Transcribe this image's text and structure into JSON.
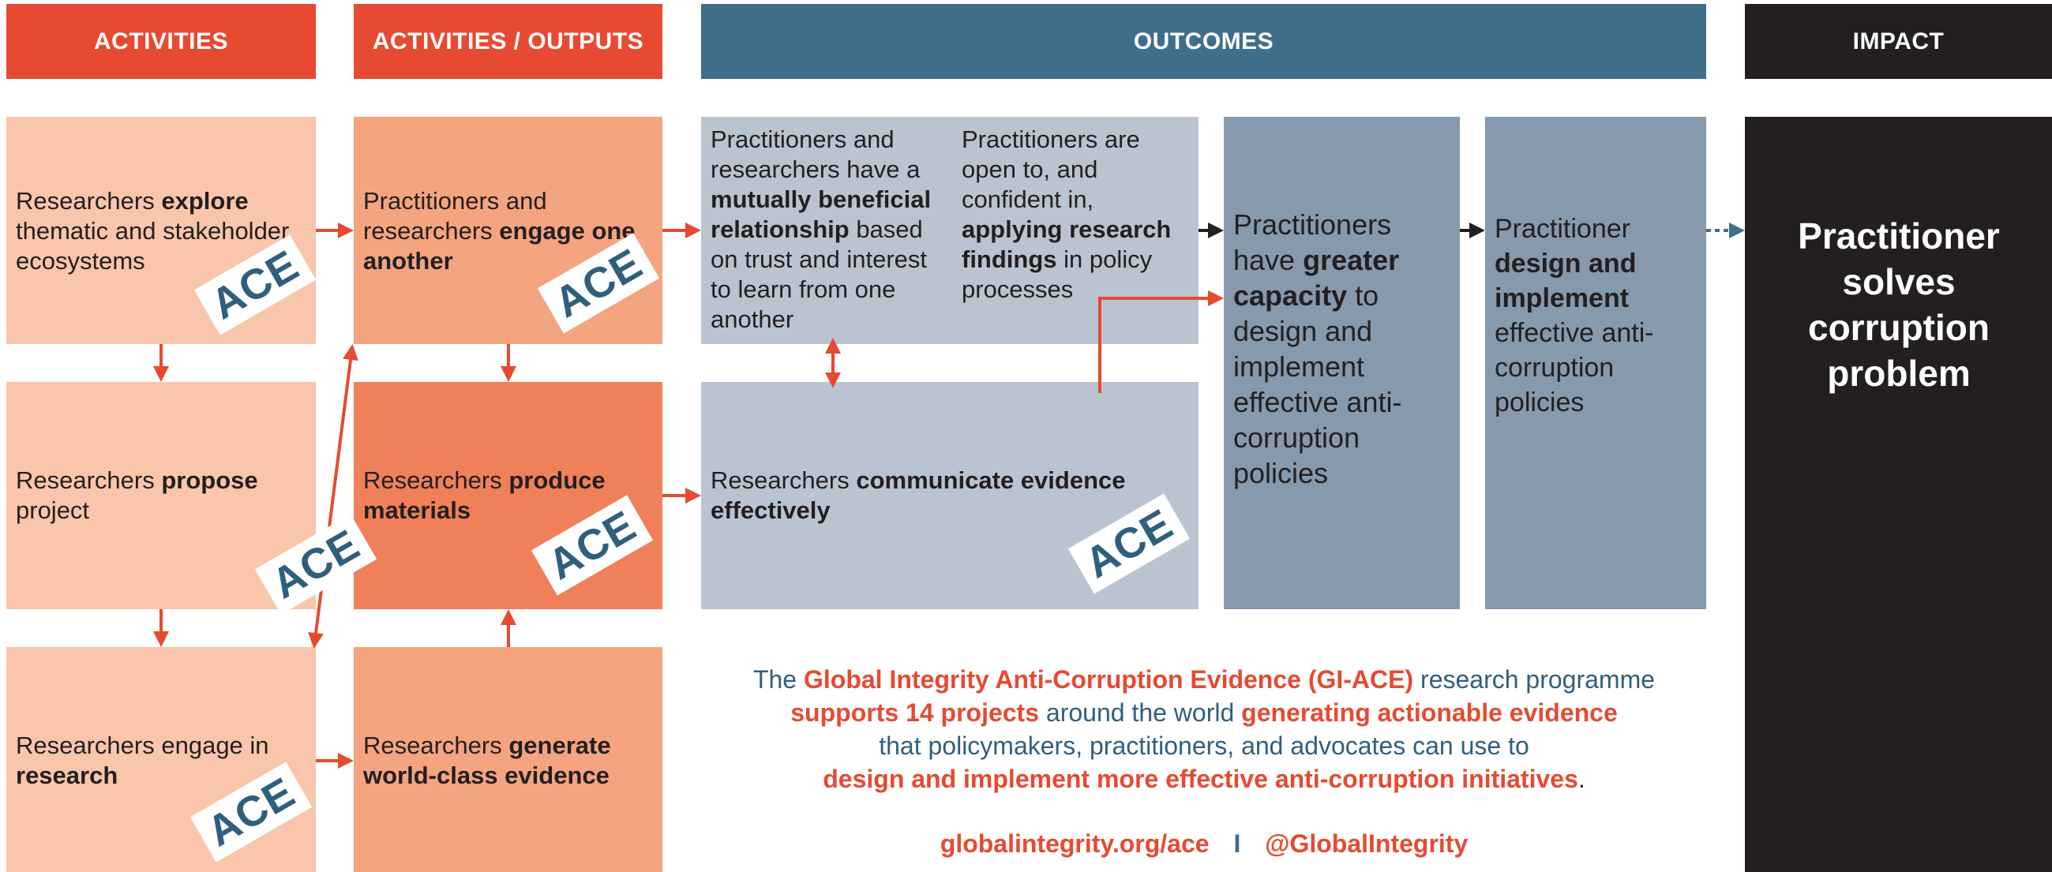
{
  "headers": {
    "activities": "ACTIVITIES",
    "activities_outputs": "ACTIVITIES / OUTPUTS",
    "outcomes": "OUTCOMES",
    "impact": "IMPACT"
  },
  "boxes": {
    "explore": {
      "pre": "Researchers ",
      "bold": "explore",
      "post": " thematic and stakeholder ecosystems"
    },
    "propose": {
      "pre": "Researchers ",
      "bold": "propose",
      "post": " project"
    },
    "engage_research": {
      "pre": "Researchers engage in ",
      "bold": "research",
      "post": ""
    },
    "engage_another": {
      "pre": "Practitioners and researchers ",
      "bold": "engage one another",
      "post": ""
    },
    "produce": {
      "pre": "Researchers ",
      "bold": "produce materials",
      "post": ""
    },
    "generate": {
      "pre": "Researchers ",
      "bold": "generate world-class evidence",
      "post": ""
    },
    "relationship": {
      "pre": "Practitioners and researchers have a ",
      "bold": "mutually beneficial relationship",
      "post": " based on trust and interest to learn from one another"
    },
    "open_to": {
      "pre": "Practitioners are open to, and confident in, ",
      "bold": "applying research findings",
      "post": " in policy processes"
    },
    "communicate": {
      "pre": "Researchers ",
      "bold": "communicate evidence effectively",
      "post": ""
    },
    "capacity": {
      "pre": "Practitioners have ",
      "bold": "greater capacity",
      "post": " to design and implement effective anti-corruption policies"
    },
    "design": {
      "pre": "Practitioner ",
      "bold": "design and implement",
      "post": " effective anti-corruption policies"
    },
    "impact": "Practitioner solves corruption problem"
  },
  "ace_label": "ACE",
  "footer": {
    "s1": "The ",
    "s2": "Global Integrity Anti-Corruption Evidence (GI-ACE)",
    "s3": " research programme",
    "s4": "supports 14 projects",
    "s5": " around the world ",
    "s6": "generating actionable evidence",
    "s7": "that policymakers, practitioners, and advocates can use to",
    "s8": "design and implement more effective anti-corruption initiatives",
    "s9": ".",
    "url": "globalintegrity.org/ace",
    "sep": "I",
    "handle": "@GlobalIntegrity"
  },
  "colors": {
    "red": "#e64a31",
    "activity_box": "#f9c6ab",
    "output_box": "#f4a47f",
    "output_box_dark": "#f0805a",
    "outcome_light": "#b9c4d0",
    "outcome_dark": "#8799ad",
    "impact": "#231f20",
    "blue_text": "#2f5f7e"
  }
}
